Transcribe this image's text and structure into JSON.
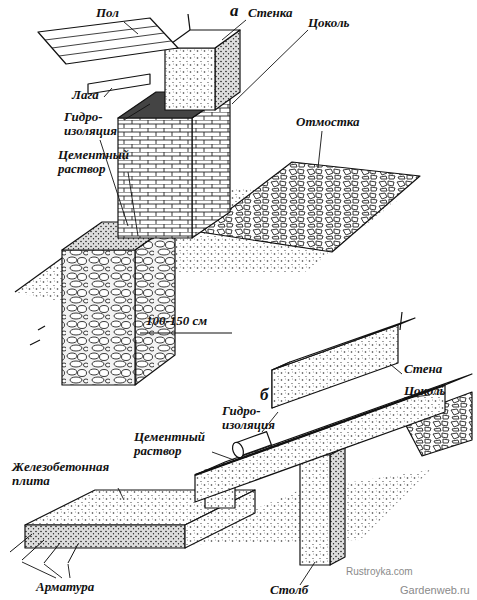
{
  "diagram": {
    "labels": [
      "а",
      "Пол",
      "Стенка",
      "Цоколь",
      "Лага",
      "Гидро- изоляция",
      "Цементный раствор",
      "Отмостка",
      "100-150 см",
      "б",
      "Гидро- изоляция",
      "Стена",
      "Цоколь",
      "Цементный раствор",
      "Железобетонная плита",
      "Арматура",
      "Столб",
      "Rustroyka.com",
      "Gardenweb.ru"
    ]
  }
}
